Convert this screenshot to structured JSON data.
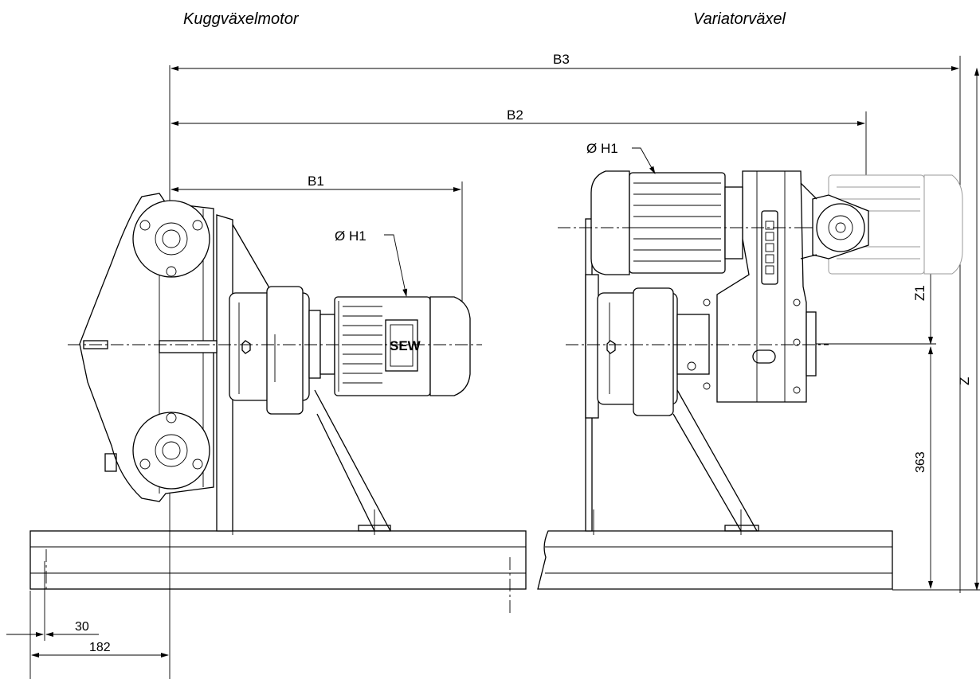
{
  "titles": {
    "left": "Kuggväxelmotor",
    "right": "Variatorväxel"
  },
  "dimensions": {
    "b3": "B3",
    "b2": "B2",
    "b1": "B1",
    "z": "Z",
    "z1": "Z1",
    "d363": "363",
    "d30": "30",
    "d182": "182"
  },
  "callouts": {
    "h1_left": "Ø H1",
    "h1_right": "Ø H1"
  },
  "logo": {
    "text": "SEW"
  }
}
